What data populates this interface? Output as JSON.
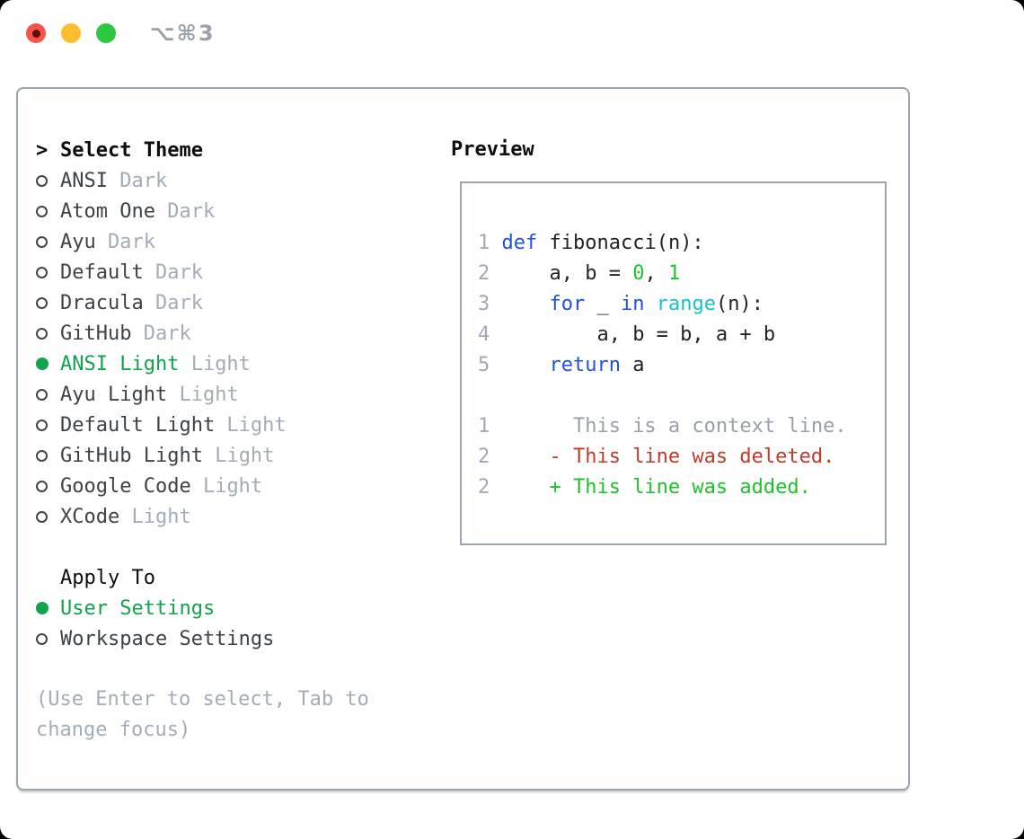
{
  "window": {
    "title": "⌥⌘3",
    "traffic_lights": {
      "close_color": "#f5544c",
      "minimize_color": "#fcbd2f",
      "zoom_color": "#2bc840",
      "close_dot_color": "#5e0f08"
    }
  },
  "colors": {
    "accent_green": "#11a34d",
    "muted_gray": "#a4acb8",
    "text_dark": "#3d4249",
    "heading_black": "#0d0d0d",
    "border_gray": "#9da5ae",
    "code_keyword_blue": "#2050df",
    "code_builtin_cyan": "#14c3cb",
    "code_number_green": "#1dc32a",
    "diff_deleted_red": "#c23a28",
    "diff_added_green": "#1dc32a"
  },
  "theme_panel": {
    "header": {
      "prompt": ">",
      "label": "Select Theme"
    },
    "themes": [
      {
        "name": "ANSI",
        "variant": "Dark",
        "selected": false
      },
      {
        "name": "Atom One",
        "variant": "Dark",
        "selected": false
      },
      {
        "name": "Ayu",
        "variant": "Dark",
        "selected": false
      },
      {
        "name": "Default",
        "variant": "Dark",
        "selected": false
      },
      {
        "name": "Dracula",
        "variant": "Dark",
        "selected": false
      },
      {
        "name": "GitHub",
        "variant": "Dark",
        "selected": false
      },
      {
        "name": "ANSI Light",
        "variant": "Light",
        "selected": true
      },
      {
        "name": "Ayu Light",
        "variant": "Light",
        "selected": false
      },
      {
        "name": "Default Light",
        "variant": "Light",
        "selected": false
      },
      {
        "name": "GitHub Light",
        "variant": "Light",
        "selected": false
      },
      {
        "name": "Google Code",
        "variant": "Light",
        "selected": false
      },
      {
        "name": "XCode",
        "variant": "Light",
        "selected": false
      }
    ],
    "apply_to": {
      "label": "Apply To",
      "options": [
        {
          "label": "User Settings",
          "selected": true
        },
        {
          "label": "Workspace Settings",
          "selected": false
        }
      ]
    },
    "help_text": "(Use Enter to select, Tab to\nchange focus)"
  },
  "preview": {
    "label": "Preview",
    "lines": [
      {
        "num": "1",
        "segs": [
          [
            "fg",
            " "
          ],
          [
            "kw",
            "def"
          ],
          [
            "fg",
            " fibonacci(n):"
          ]
        ]
      },
      {
        "num": "2",
        "segs": [
          [
            "fg",
            "     a, b = "
          ],
          [
            "gr",
            "0"
          ],
          [
            "fg",
            ", "
          ],
          [
            "gr",
            "1"
          ]
        ]
      },
      {
        "num": "3",
        "segs": [
          [
            "fg",
            "     "
          ],
          [
            "kw",
            "for"
          ],
          [
            "fg",
            " _ "
          ],
          [
            "kw",
            "in"
          ],
          [
            "fg",
            " "
          ],
          [
            "cy",
            "range"
          ],
          [
            "fg",
            "(n):"
          ]
        ]
      },
      {
        "num": "4",
        "segs": [
          [
            "fg",
            "         a, b = b, a + b"
          ]
        ]
      },
      {
        "num": "5",
        "segs": [
          [
            "fg",
            "     "
          ],
          [
            "kw",
            "return"
          ],
          [
            "fg",
            " a"
          ]
        ]
      },
      {
        "num": "",
        "segs": []
      },
      {
        "num": "1",
        "segs": [
          [
            "ctx",
            "       This is a context line."
          ]
        ]
      },
      {
        "num": "2",
        "segs": [
          [
            "del",
            "     - This line was deleted."
          ]
        ]
      },
      {
        "num": "2",
        "segs": [
          [
            "add",
            "     + This line was added."
          ]
        ]
      }
    ]
  }
}
